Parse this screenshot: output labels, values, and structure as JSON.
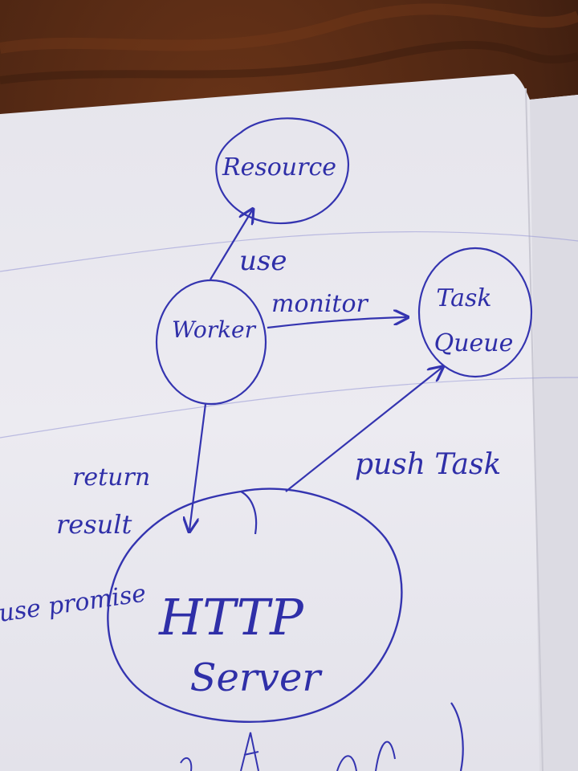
{
  "colors": {
    "ink": "#3434b0",
    "paper": "#ecebf1",
    "paper_shadow": "#d9d8e0",
    "table_wood": "#4a2412",
    "ruled_line": "#9a9ad6"
  },
  "nodes": {
    "resource": "Resource",
    "worker": "Worker",
    "task_queue_line1": "Task",
    "task_queue_line2": "Queue",
    "http_server_line1": "HTTP",
    "http_server_line2": "Server"
  },
  "edges": {
    "use": "use",
    "monitor": "monitor",
    "push_task": "push Task",
    "return_result_line1": "return",
    "return_result_line2": "result",
    "use_promise": "use promise"
  }
}
